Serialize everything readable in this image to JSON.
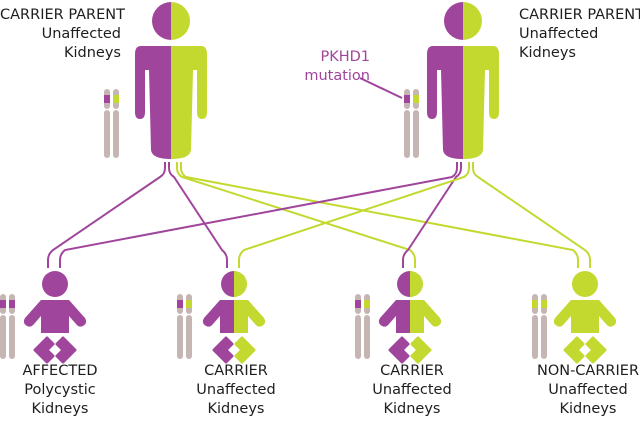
{
  "colors": {
    "mutant": "#a0459c",
    "normal": "#c3d92f",
    "chromosome": "#c6b6b3",
    "text": "#1e1e1e"
  },
  "parents": [
    {
      "id": "parent-left",
      "title": "CARRIER PARENT",
      "line2": "Unaffected",
      "line3": "Kidneys",
      "alleles": [
        "mutant",
        "normal"
      ]
    },
    {
      "id": "parent-right",
      "title": "CARRIER PARENT",
      "line2": "Unaffected",
      "line3": "Kidneys",
      "alleles": [
        "mutant",
        "normal"
      ]
    }
  ],
  "annotation": {
    "line1": "PKHD1",
    "line2": "mutation"
  },
  "children": [
    {
      "id": "child-affected",
      "title": "AFFECTED",
      "line2": "Polycystic",
      "line3": "Kidneys",
      "alleles": [
        "mutant",
        "mutant"
      ]
    },
    {
      "id": "child-carrier-1",
      "title": "CARRIER",
      "line2": "Unaffected",
      "line3": "Kidneys",
      "alleles": [
        "mutant",
        "normal"
      ]
    },
    {
      "id": "child-carrier-2",
      "title": "CARRIER",
      "line2": "Unaffected",
      "line3": "Kidneys",
      "alleles": [
        "mutant",
        "normal"
      ]
    },
    {
      "id": "child-non-carrier",
      "title": "NON-CARRIER",
      "line2": "Unaffected",
      "line3": "Kidneys",
      "alleles": [
        "normal",
        "normal"
      ]
    }
  ],
  "inheritance": [
    {
      "from_parent": 0,
      "allele": "mutant",
      "to_child": 0
    },
    {
      "from_parent": 0,
      "allele": "mutant",
      "to_child": 1
    },
    {
      "from_parent": 0,
      "allele": "normal",
      "to_child": 2
    },
    {
      "from_parent": 0,
      "allele": "normal",
      "to_child": 3
    },
    {
      "from_parent": 1,
      "allele": "mutant",
      "to_child": 0
    },
    {
      "from_parent": 1,
      "allele": "mutant",
      "to_child": 2
    },
    {
      "from_parent": 1,
      "allele": "normal",
      "to_child": 1
    },
    {
      "from_parent": 1,
      "allele": "normal",
      "to_child": 3
    }
  ]
}
